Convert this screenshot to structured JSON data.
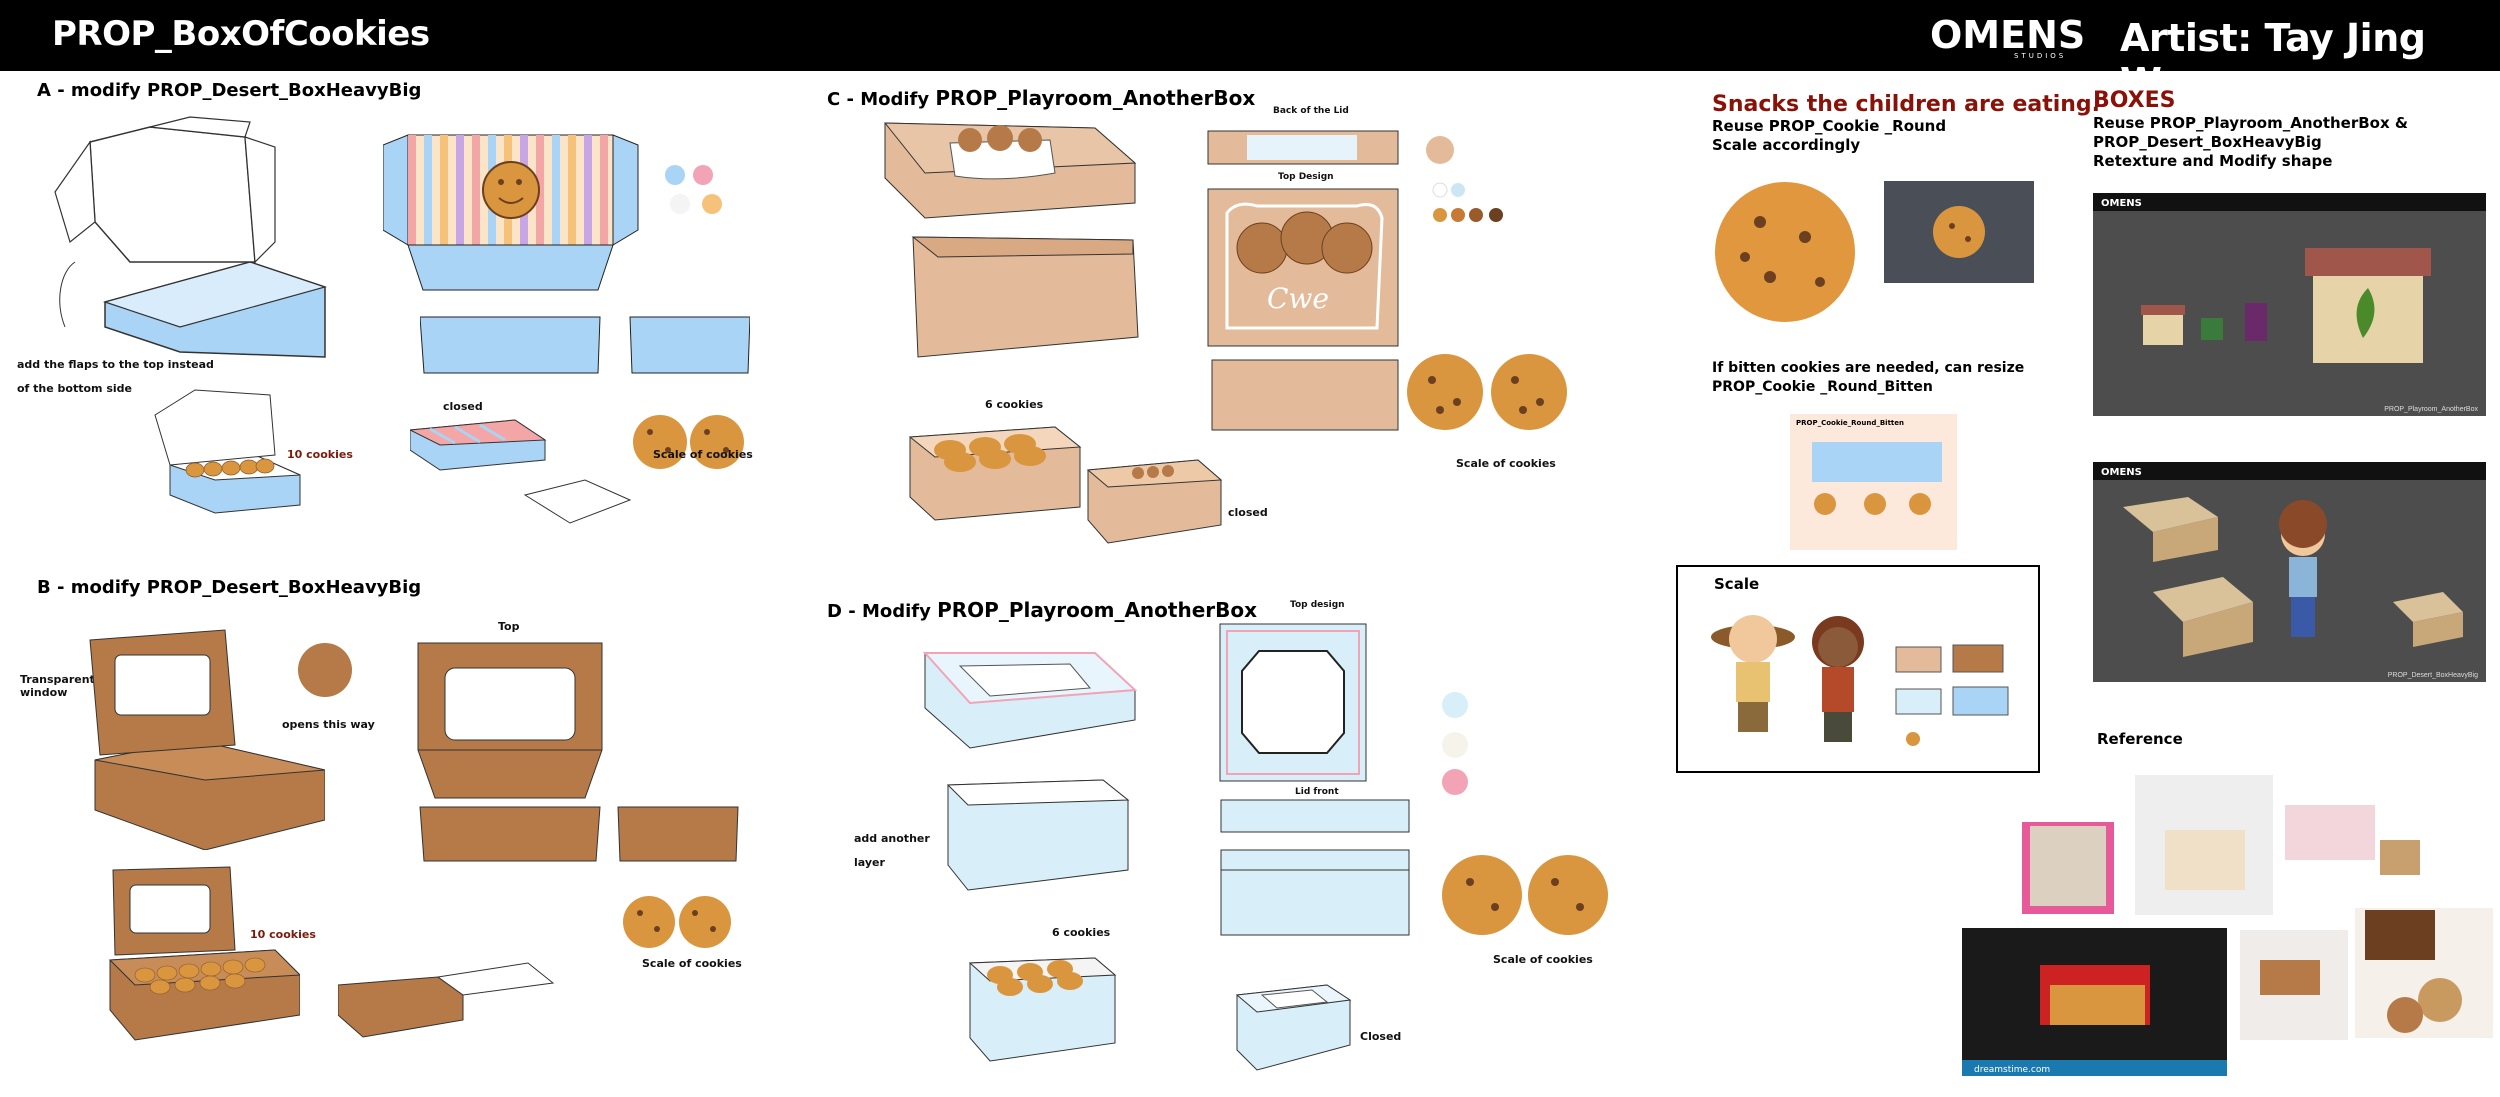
{
  "header": {
    "title": "PROP_BoxOfCookies",
    "logo_text": "OMENS",
    "logo_sub": "STUDIOS",
    "artist": "Artist: Tay Jing Wen"
  },
  "sections": {
    "a_title": "A - modify PROP_Desert_BoxHeavyBig",
    "a_note1": "add the flaps to the top instead",
    "a_note2": "of the bottom side",
    "a_count": "10 cookies",
    "a_closed": "closed",
    "a_scale": "Scale of cookies",
    "b_title": "B - modify PROP_Desert_BoxHeavyBig",
    "b_window": "Transparent\nwindow",
    "b_opens": "opens this way",
    "b_top": "Top",
    "b_count": "10 cookies",
    "b_scale": "Scale of cookies",
    "c_title_prefix": "C - Modify ",
    "c_title_name": "PROP_Playroom_AnotherBox",
    "c_back": "Back of the Lid",
    "c_top": "Top Design",
    "c_count": "6 cookies",
    "c_closed": "closed",
    "c_scale": "Scale of cookies",
    "d_title_prefix": "D - Modify ",
    "d_title_name": "PROP_Playroom_AnotherBox",
    "d_top": "Top design",
    "d_lidfront": "Lid front",
    "d_layer1": "add another",
    "d_layer2": "layer",
    "d_count": "6 cookies",
    "d_closed": "Closed",
    "d_scale": "Scale of cookies"
  },
  "snacks": {
    "heading": "Snacks the children are eating.",
    "line1": "Reuse PROP_Cookie _Round",
    "line2": "Scale accordingly",
    "bitten1": "If bitten cookies are needed, can resize",
    "bitten2": "PROP_Cookie _Round_Bitten",
    "bitten_card_title": "PROP_Cookie_Round_Bitten",
    "scale_label": "Scale"
  },
  "boxes": {
    "heading": "BOXES",
    "line1": "Reuse PROP_Playroom_AnotherBox &",
    "line2": "PROP_Desert_BoxHeavyBig",
    "line3": "Retexture and Modify shape",
    "render1_caption": "PROP_Playroom_AnotherBox",
    "render2_caption": "PROP_Desert_BoxHeavyBig",
    "render_logo": "OMENS",
    "reference": "Reference",
    "watermark": "dreamstime.com"
  },
  "colors": {
    "kraft": "#b57a47",
    "light_blue": "#a9d4f5",
    "pink": "#f2a4b6",
    "tan": "#e3bb9a",
    "cookie": "#d9963f",
    "chip": "#6b3f1f",
    "dark_red": "#8a1108"
  }
}
